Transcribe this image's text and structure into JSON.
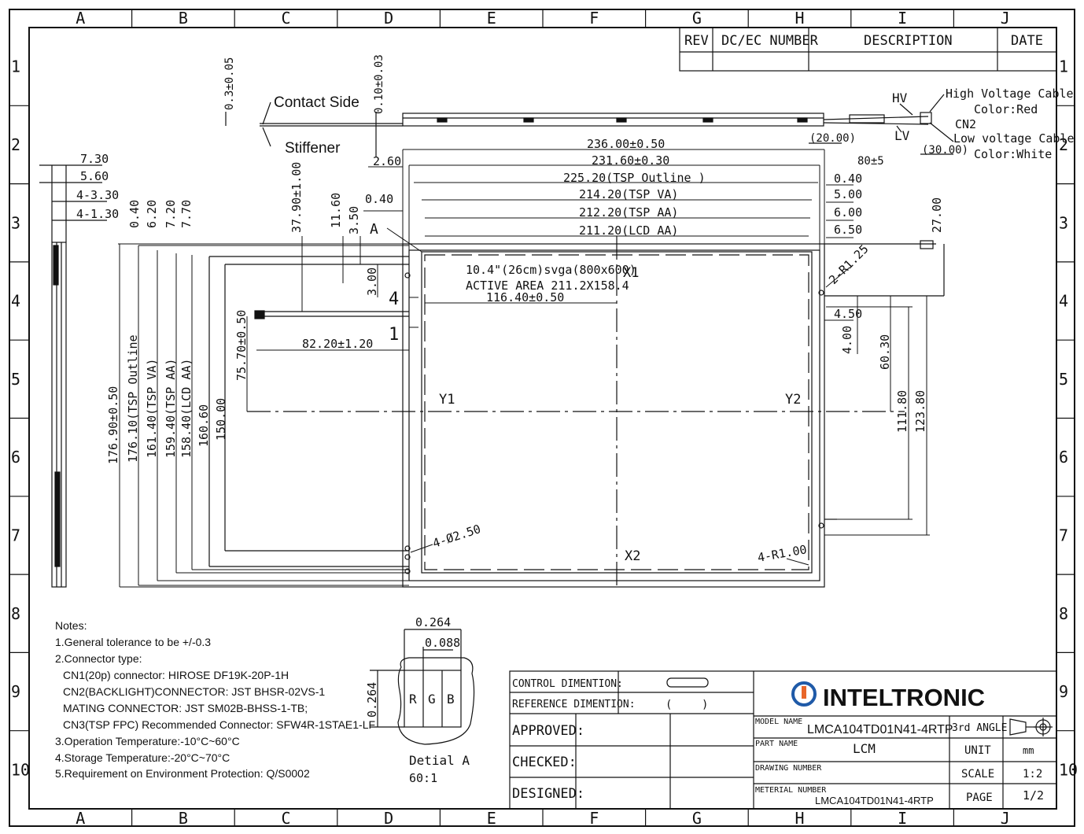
{
  "frame": {
    "columns": [
      "A",
      "B",
      "C",
      "D",
      "E",
      "F",
      "G",
      "H",
      "I",
      "J"
    ],
    "rows": [
      "1",
      "2",
      "3",
      "4",
      "5",
      "6",
      "7",
      "8",
      "9",
      "10"
    ]
  },
  "revision_table": {
    "headers": [
      "REV",
      "DC/EC NUMBER",
      "DESCRIPTION",
      "DATE"
    ]
  },
  "side_view": {
    "contact_side": "Contact Side",
    "stiffener": "Stiffener",
    "dim_left": "0.3±0.05",
    "dim_right": "0.10±0.03",
    "hv": "HV",
    "lv": "LV",
    "cn2": "CN2",
    "high_voltage_cable": "High Voltage Cable",
    "high_voltage_color": "Color:Red",
    "low_voltage_cable": "Low voltage Cable",
    "low_voltage_color": "Color:White",
    "dim_20": "(20.00)",
    "dim_30": "(30.00)",
    "dim_80": "80±5"
  },
  "thickness_dims": [
    "7.30",
    "5.60",
    "4-3.30",
    "4-1.30"
  ],
  "top_dims": {
    "outline": "236.00±0.50",
    "tsp_lcd": "231.60±0.30",
    "tsp_outline": "225.20(TSP Outline )",
    "tsp_va": "214.20(TSP VA)",
    "tsp_aa": "212.20(TSP AA)",
    "lcd_aa": "211.20(LCD AA)",
    "left_260": "2.60",
    "left_040": "0.40",
    "right_040": "0.40",
    "right_500": "5.00",
    "right_600": "6.00",
    "right_650": "6.50",
    "right_2700": "27.00",
    "r125": "2-R1.25",
    "right_450": "4.50",
    "right_400": "4.00",
    "right_6030": "60.30",
    "right_11180": "111.80",
    "right_12380": "123.80"
  },
  "left_dims": {
    "v040": "0.40",
    "v620": "6.20",
    "v720": "7.20",
    "v770": "7.70",
    "v3790": "37.90±1.00",
    "v1160": "11.60",
    "v350": "3.50",
    "v300": "3.00",
    "outline": "176.90±0.50",
    "tsp_outline": "176.10(TSP Outline",
    "tsp_va": "161.40(TSP VA)",
    "tsp_aa": "159.40(TSP AA)",
    "lcd_aa": "158.40(LCD AA)",
    "v16060": "160.60",
    "v15000": "150.00",
    "v7570": "75.70±0.50",
    "h8220": "82.20±1.20",
    "h11640": "116.40±0.50"
  },
  "front_labels": {
    "detail_a": "A",
    "pin4": "4",
    "pin1": "1",
    "spec_line1": "10.4\"(26cm)svga(800x600)",
    "spec_line2": "ACTIVE AREA 211.2X158.4",
    "x1": "X1",
    "x2": "X2",
    "y1": "Y1",
    "y2": "Y2",
    "hole": "4-Ø2.50",
    "r100": "4-R1.00"
  },
  "notes": {
    "title": "Notes:",
    "lines": [
      "1.General tolerance to be +/-0.3",
      "2.Connector type:",
      "CN1(20p) connector: HIROSE DF19K-20P-1H",
      "CN2(BACKLIGHT)CONNECTOR: JST BHSR-02VS-1",
      "MATING CONNECTOR: JST SM02B-BHSS-1-TB;",
      "CN3(TSP FPC) Recommended Connector: SFW4R-1STAE1-LF",
      "3.Operation Temperature:-10°C~60°C",
      "4.Storage Temperature:-20°C~70°C",
      "5.Requirement on Environment Protection: Q/S0002"
    ]
  },
  "detail": {
    "w264": "0.264",
    "w088": "0.088",
    "h264": "0.264",
    "r": "R",
    "g": "G",
    "b": "B",
    "title": "Detial A",
    "scale": "60:1"
  },
  "title_block": {
    "control_dimention": "CONTROL DIMENTION:",
    "reference_dimention": "REFERENCE DIMENTION:",
    "paren_open": "(",
    "paren_close": ")",
    "approved": "APPROVED:",
    "checked": "CHECKED:",
    "designed": "DESIGNED:",
    "company": "INTELTRONIC",
    "model_name_label": "MODEL NAME",
    "model_name": "LMCA104TD01N41-4RTP",
    "part_name_label": "PART NAME",
    "part_name": "LCM",
    "drawing_number_label": "DRAWING NUMBER",
    "material_number_label": "METERIAL NUMBER",
    "material_number": "LMCA104TD01N41-4RTP",
    "angle": "3rd ANGLE",
    "unit_label": "UNIT",
    "unit": "mm",
    "scale_label": "SCALE",
    "scale": "1:2",
    "page_label": "PAGE",
    "page": "1/2",
    "brand_color": "#1f5aa8",
    "logo_accent": "#e8662a"
  }
}
